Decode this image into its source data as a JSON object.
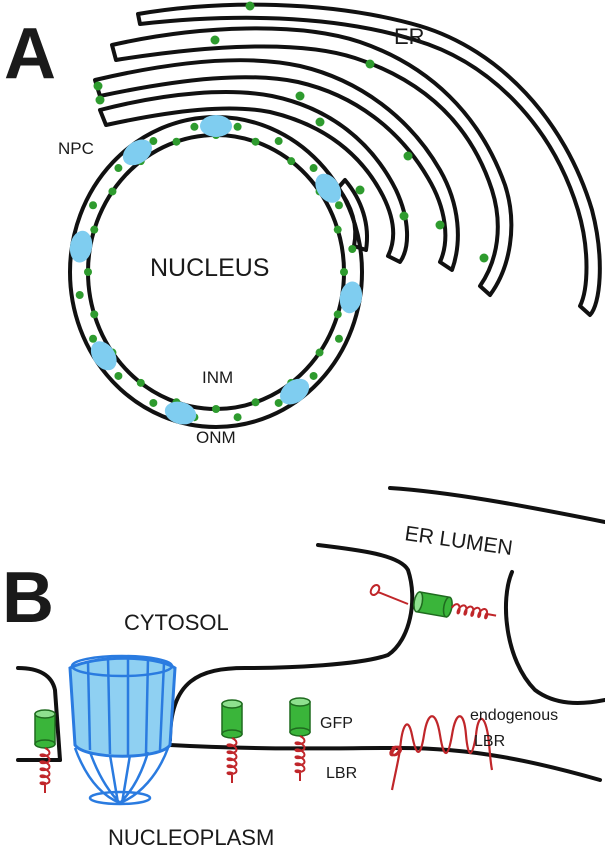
{
  "panel_a": {
    "label": "A",
    "labels": {
      "er": "ER",
      "npc": "NPC",
      "nucleus": "NUCLEUS",
      "inm": "INM",
      "onm": "ONM"
    },
    "colors": {
      "membrane": "#111111",
      "pore": "#7fcdf0",
      "gfp_dot": "#2e9b2e"
    }
  },
  "panel_b": {
    "label": "B",
    "labels": {
      "er_lumen": "ER LUMEN",
      "cytosol": "CYTOSOL",
      "gfp": "GFP",
      "lbr": "LBR",
      "endogenous": "endogenous",
      "endogenous_lbr": "LBR",
      "nucleoplasm": "NUCLEOPLASM"
    },
    "colors": {
      "membrane": "#111111",
      "pore": "#8fd0f2",
      "pore_outline": "#2a7be0",
      "gfp_cylinder": "#3ab53a",
      "lbr_helix": "#c0262a"
    }
  }
}
